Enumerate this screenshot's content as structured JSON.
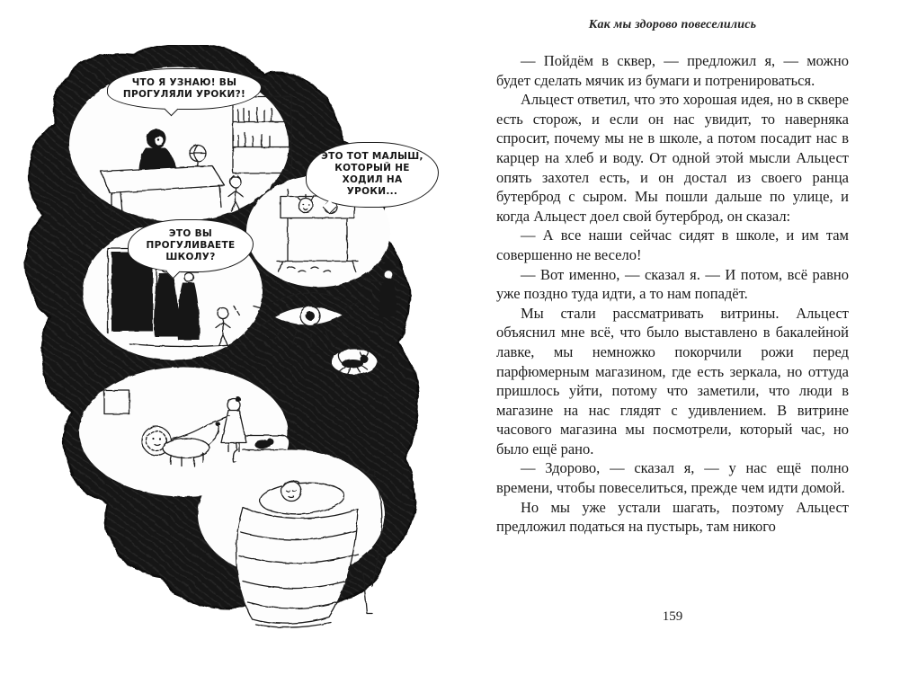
{
  "page": {
    "running_head": "Как мы здорово повеселились",
    "page_number": "159"
  },
  "illustration": {
    "bubbles": {
      "teacher": "ЧТО Я УЗНАЮ! ВЫ ПРОГУЛЯЛИ УРОКИ?!",
      "stocks": "ЭТО ТОТ МАЛЫШ, КОТОРЫЙ НЕ ХОДИЛ НА УРОКИ...",
      "gendarmes": "ЭТО ВЫ ПРОГУЛИВАЕТЕ ШКОЛУ?"
    }
  },
  "text": {
    "paragraphs": [
      "— Пойдём в сквер, — предложил я, — можно будет сделать мячик из бумаги и потренироваться.",
      "Альцест ответил, что это хорошая идея, но в сквере есть сторож, и если он нас увидит, то наверняка спросит, почему мы не в школе, а потом посадит нас в карцер на хлеб и воду. От одной этой мысли Альцест опять захотел есть, и он достал из своего ранца бутерброд с сыром. Мы пошли дальше по улице, и когда Альцест доел свой бутерброд, он сказал:",
      "— А все наши сейчас сидят в школе, и им там совершенно не весело!",
      "— Вот именно, — сказал я. — И потом, всё равно уже поздно туда идти, а то нам попадёт.",
      "Мы стали рассматривать витрины. Альцест объяснил мне всё, что было выставлено в бакалейной лавке, мы немножко покорчили рожи перед парфюмерным магазином, где есть зеркала, но оттуда пришлось уйти, потому что заметили, что люди в магазине на нас глядят с удивлением. В витрине часового магазина мы посмотрели, который час, но было ещё рано.",
      "— Здорово, — сказал я, — у нас ещё полно времени, чтобы повеселиться, прежде чем идти домой.",
      "Но мы уже устали шагать, поэтому Альцест предложил податься на пустырь, там никого"
    ]
  }
}
